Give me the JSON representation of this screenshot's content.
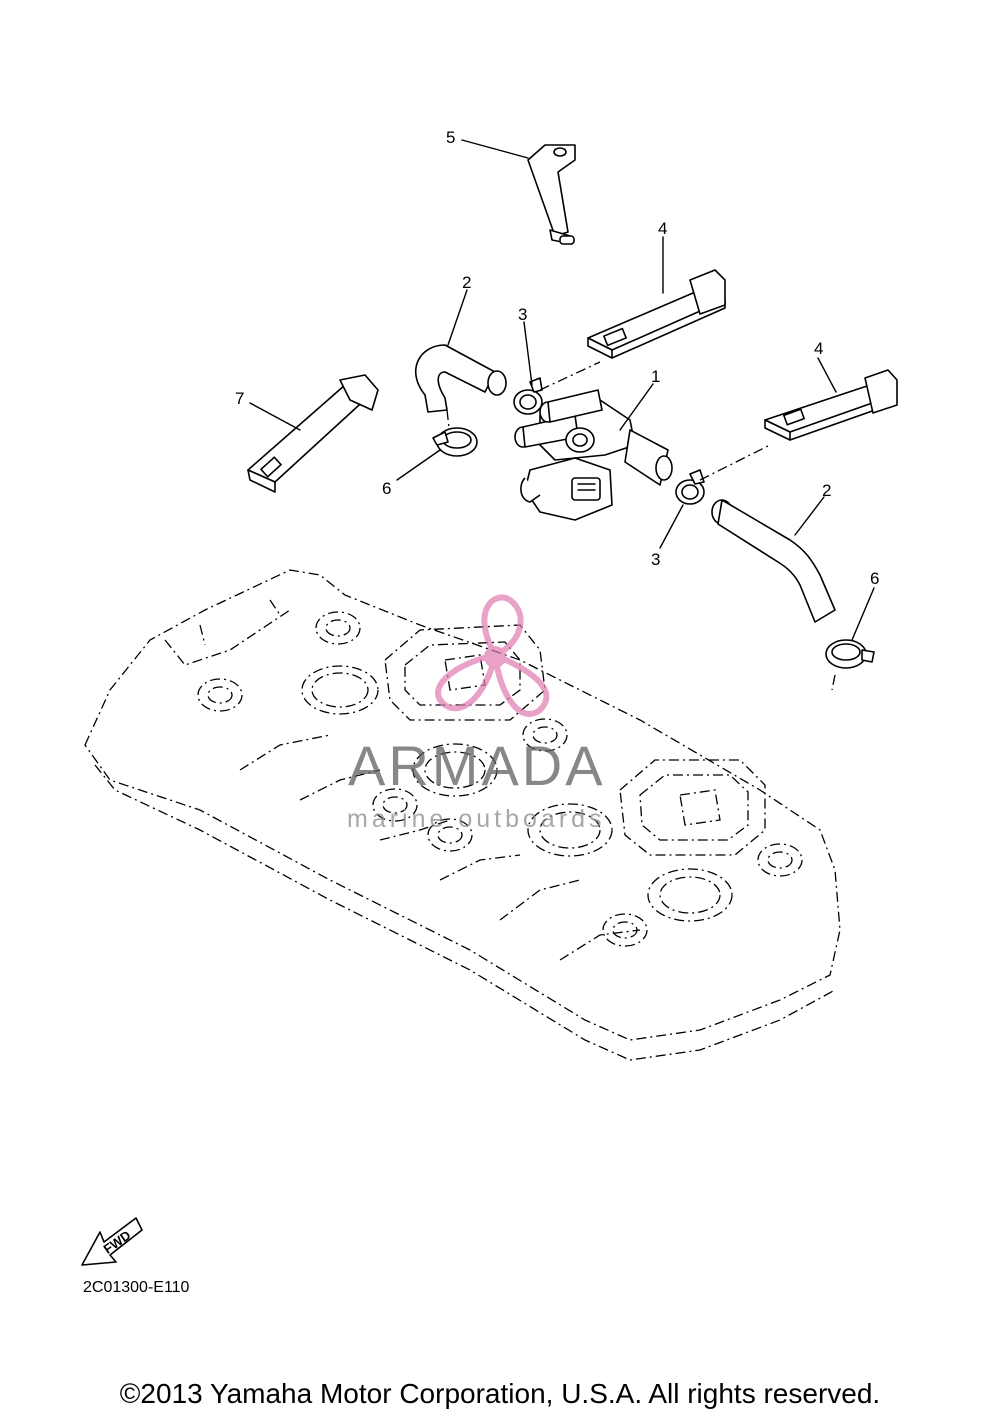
{
  "callouts": {
    "c1": "1",
    "c2a": "2",
    "c2b": "2",
    "c3a": "3",
    "c3b": "3",
    "c4a": "4",
    "c4b": "4",
    "c5": "5",
    "c6a": "6",
    "c6b": "6",
    "c7": "7"
  },
  "fwd_label": "FWD",
  "diagram_code": "2C01300-E110",
  "watermark": {
    "brand": "ARMADA",
    "tagline": "marine outboards",
    "color": "#e07ab0"
  },
  "copyright": "©2013 Yamaha Motor Corporation, U.S.A. All rights reserved."
}
